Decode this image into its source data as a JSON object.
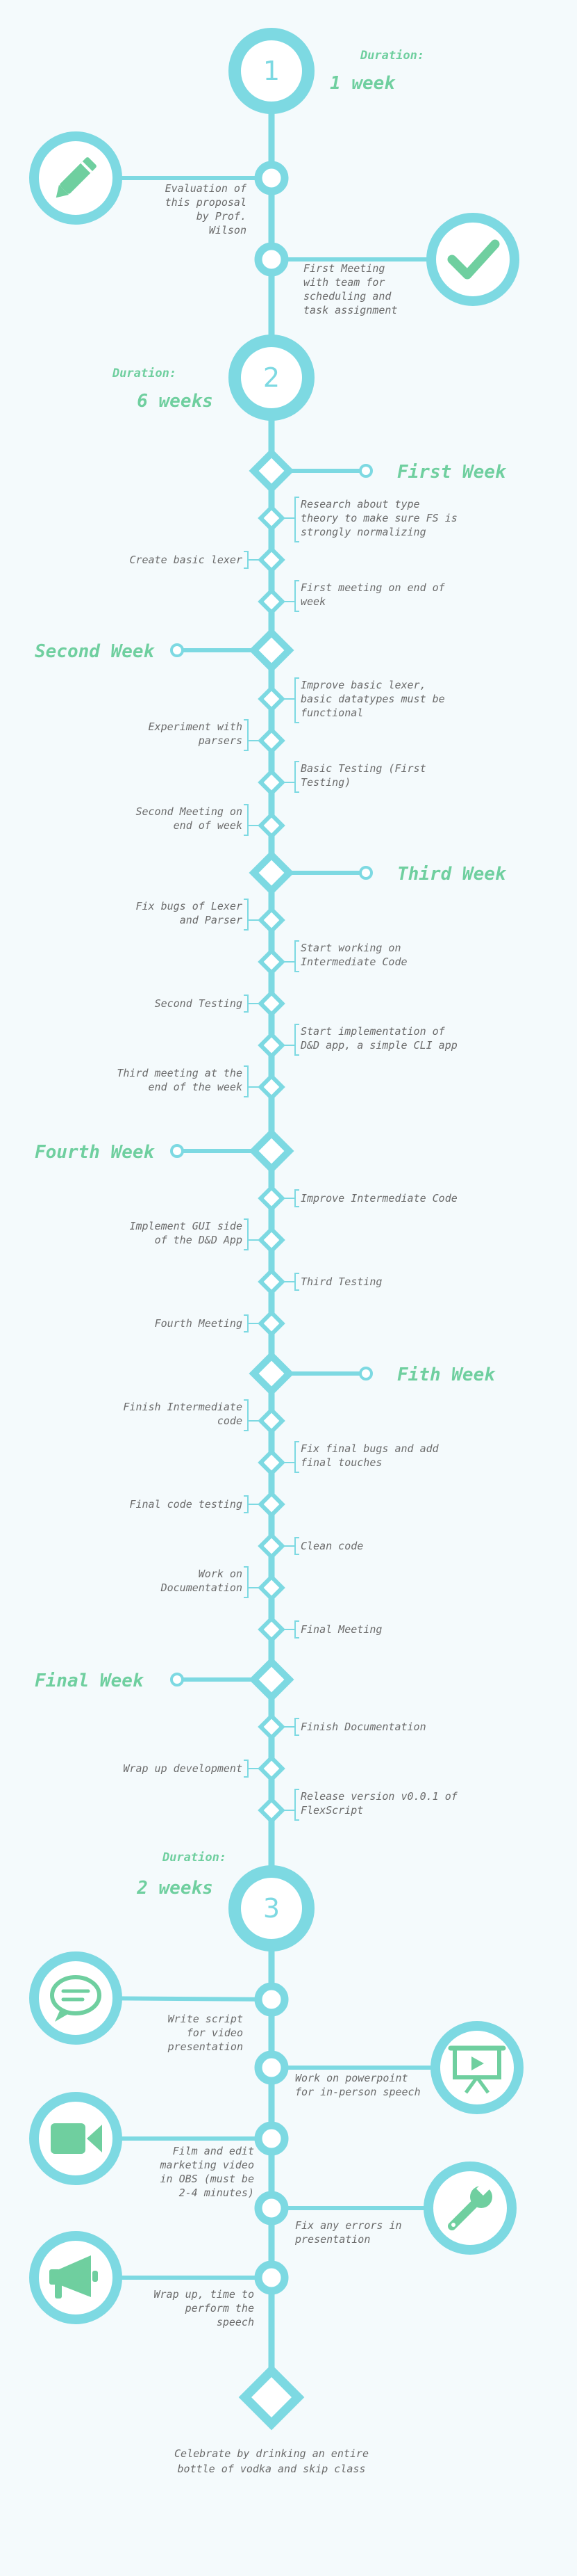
{
  "colors": {
    "line": "#7dd9e2",
    "accent": "#6fcf9f",
    "text": "#6b6b6b",
    "background": "#f4fafc"
  },
  "phases": [
    {
      "number": "1",
      "duration_label": "Duration:",
      "duration_value": "1 week"
    },
    {
      "number": "2",
      "duration_label": "Duration:",
      "duration_value": "6 weeks"
    },
    {
      "number": "3",
      "duration_label": "Duration:",
      "duration_value": "2 weeks"
    }
  ],
  "phase1_items": [
    {
      "text": "Evaluation of this proposal by Prof. Wilson",
      "icon": "pencil-icon"
    },
    {
      "text": "First Meeting with team for scheduling and task assignment",
      "icon": "checkmark-icon"
    }
  ],
  "weeks": [
    "First Week",
    "Second Week",
    "Third Week",
    "Fourth Week",
    "Fith Week",
    "Final Week"
  ],
  "tasks": [
    "Research about type theory to make sure FS is strongly normalizing",
    "Create basic lexer",
    "First meeting on end of week",
    "Improve basic lexer, basic datatypes must be functional",
    "Experiment with parsers",
    "Basic Testing (First Testing)",
    "Second Meeting on end of week",
    "Fix bugs of Lexer and Parser",
    "Start working on Intermediate Code",
    "Second Testing",
    "Start implementation of D&D app, a simple CLI app",
    "Third meeting at the end of the week",
    "Improve Intermediate Code",
    "Implement GUI side of the D&D App",
    "Third Testing",
    "Fourth Meeting",
    "Finish Intermediate code",
    "Fix final bugs and add final touches",
    "Final code testing",
    "Clean code",
    "Work on Documentation",
    "Final Meeting",
    "Finish Documentation",
    "Wrap up development",
    "Release version v0.0.1 of FlexScript"
  ],
  "phase3_items": [
    {
      "text": "Write script for video presentation",
      "icon": "chat-bubble-icon"
    },
    {
      "text": "Work on powerpoint for in-person speech",
      "icon": "presentation-icon"
    },
    {
      "text": "Film and edit marketing video in OBS (must be 2-4 minutes)",
      "icon": "video-camera-icon"
    },
    {
      "text": "Fix any errors in presentation",
      "icon": "wrench-icon"
    },
    {
      "text": "Wrap up, time to perform the speech",
      "icon": "megaphone-icon"
    }
  ],
  "final_text": "Celebrate by drinking an entire bottle of vodka and skip class"
}
